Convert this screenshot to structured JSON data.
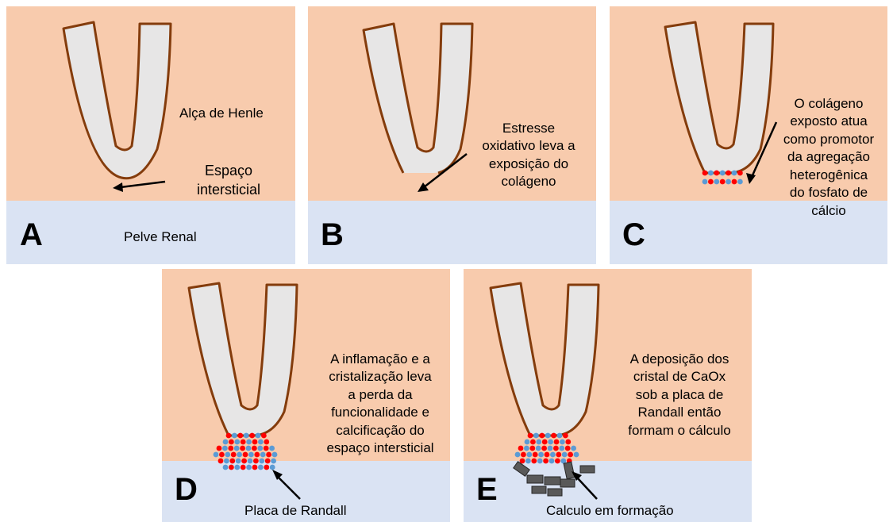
{
  "colors": {
    "tissue": "#f8cbad",
    "pelvis": "#dae3f3",
    "tubule_fill": "#e7e6e6",
    "tubule_stroke": "#843c0c",
    "crystal_red": "#ff0000",
    "crystal_blue": "#5b9bd5",
    "calculus": "#595959"
  },
  "panels": [
    {
      "letter": "A",
      "label_alca": "Alça de Henle",
      "label_espaco": "Espaço\nintersticial",
      "label_pelve": "Pelve Renal"
    },
    {
      "letter": "B",
      "text": "Estresse\noxidativo leva a\nexposição do\ncolágeno"
    },
    {
      "letter": "C",
      "text": "O colágeno\nexposto atua\ncomo promotor\nda agregação\nheterogênica\ndo fosfato de\ncálcio"
    },
    {
      "letter": "D",
      "text": "A inflamação e a\ncristalização leva\na perda da\nfuncionalidade e\ncalcificação do\nespaço intersticial",
      "bottom_label": "Placa de Randall"
    },
    {
      "letter": "E",
      "text": "A deposição dos\ncristal de CaOx\nsob a placa de\nRandall então\nformam o cálculo",
      "bottom_label": "Calculo em formação"
    }
  ]
}
